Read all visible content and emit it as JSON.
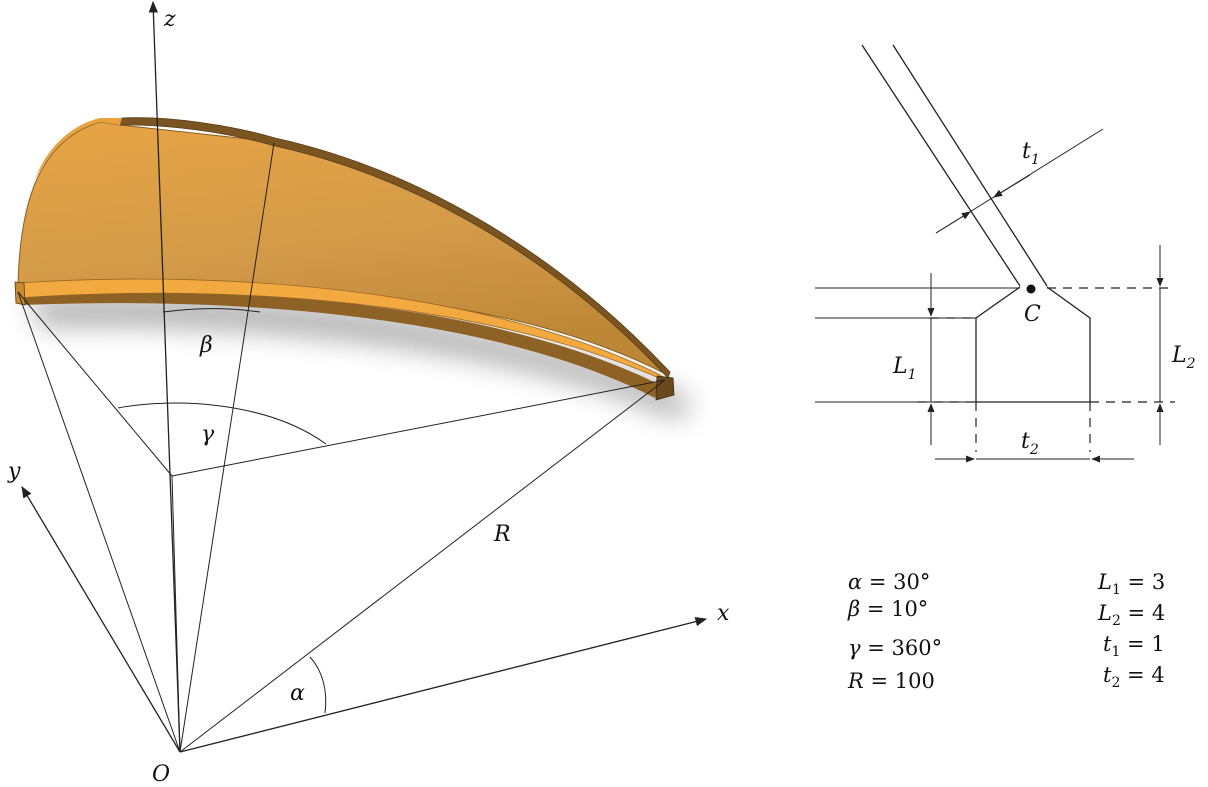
{
  "axes": {
    "x": "x",
    "y": "y",
    "z": "z",
    "origin": "O"
  },
  "angles": {
    "alpha": "α",
    "beta": "β",
    "gamma": "γ",
    "radius": "R"
  },
  "section": {
    "point": "C",
    "t1": "t",
    "t1_sub": "1",
    "t2": "t",
    "t2_sub": "2",
    "L1": "L",
    "L1_sub": "1",
    "L2": "L",
    "L2_sub": "2"
  },
  "params_left": [
    {
      "sym": "α",
      "val": " = 30°"
    },
    {
      "sym": "β",
      "val": " = 10°"
    },
    {
      "sym": "γ",
      "val": " = 360°"
    },
    {
      "sym": "R",
      "val": " = 100"
    }
  ],
  "params_right": [
    {
      "sym": "L",
      "sub": "1",
      "val": " = 3"
    },
    {
      "sym": "L",
      "sub": "2",
      "val": " = 4"
    },
    {
      "sym": "t",
      "sub": "1",
      "val": " = 1"
    },
    {
      "sym": "t",
      "sub": "2",
      "val": " = 4"
    }
  ],
  "colors": {
    "shell_light": "#F0A640",
    "shell_mid": "#D49A45",
    "shell_dark": "#6E4C1E",
    "edge": "#F6B040"
  }
}
